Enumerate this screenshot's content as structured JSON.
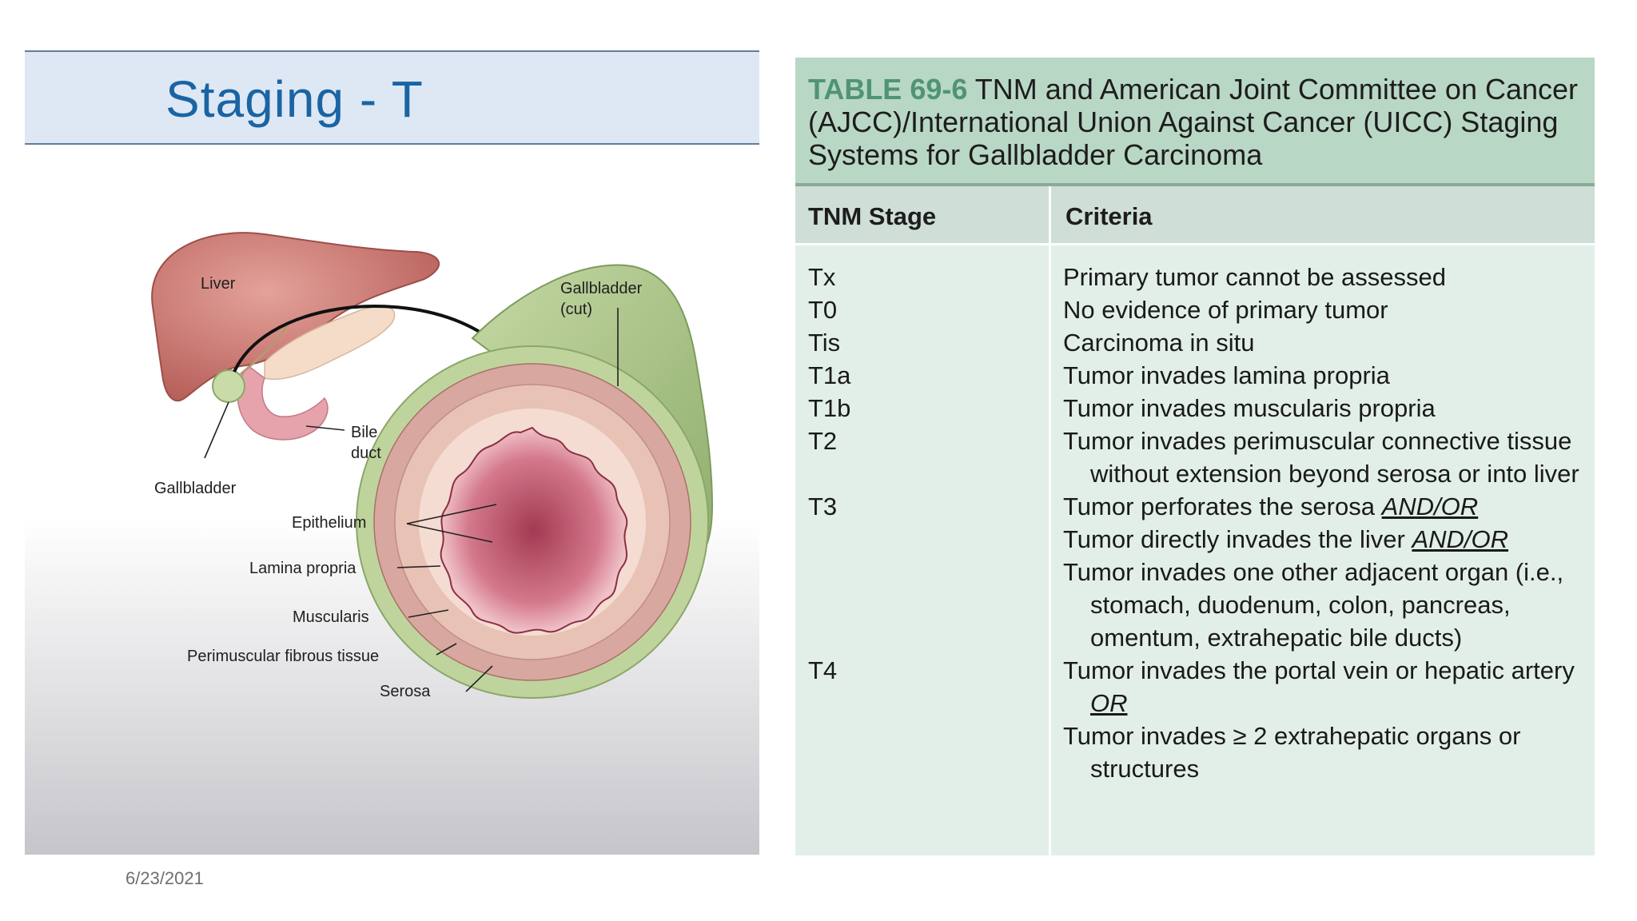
{
  "slide": {
    "title": "Staging - T",
    "date": "6/23/2021"
  },
  "figure_labels": {
    "liver": "Liver",
    "gallbladder_cut_1": "Gallbladder",
    "gallbladder_cut_2": "(cut)",
    "bile_duct_1": "Bile",
    "bile_duct_2": "duct",
    "gallbladder": "Gallbladder",
    "epithelium": "Epithelium",
    "lamina_propria": "Lamina propria",
    "muscularis": "Muscularis",
    "perimuscular": "Perimuscular fibrous tissue",
    "serosa": "Serosa"
  },
  "table": {
    "label": "TABLE 69-6",
    "caption": " TNM and American Joint Committee on Cancer (AJCC)/International Union Against Cancer (UICC) Staging Systems for Gallbladder Carcinoma",
    "headers": {
      "stage": "TNM Stage",
      "criteria": "Criteria"
    },
    "rows": [
      {
        "stage": "Tx",
        "criteria": [
          {
            "text": "Primary tumor cannot be assessed",
            "conj": ""
          }
        ]
      },
      {
        "stage": "T0",
        "criteria": [
          {
            "text": "No evidence of primary tumor",
            "conj": ""
          }
        ]
      },
      {
        "stage": "Tis",
        "criteria": [
          {
            "text": "Carcinoma in situ",
            "conj": ""
          }
        ]
      },
      {
        "stage": "T1a",
        "criteria": [
          {
            "text": "Tumor invades lamina propria",
            "conj": ""
          }
        ]
      },
      {
        "stage": "T1b",
        "criteria": [
          {
            "text": "Tumor invades muscularis propria",
            "conj": ""
          }
        ]
      },
      {
        "stage": "T2",
        "criteria": [
          {
            "text": "Tumor invades perimuscular connective tissue without extension beyond serosa or into liver",
            "conj": ""
          }
        ]
      },
      {
        "stage": "T3",
        "criteria": [
          {
            "text": "Tumor perforates the serosa ",
            "conj": "AND/OR"
          },
          {
            "text": "Tumor directly invades the liver ",
            "conj": "AND/OR"
          },
          {
            "text": "Tumor invades one other adjacent organ (i.e., stomach, duodenum, colon, pancreas, omentum, extrahepatic bile ducts)",
            "conj": ""
          }
        ]
      },
      {
        "stage": "T4",
        "criteria": [
          {
            "text": "Tumor invades the portal vein or hepatic artery ",
            "conj": "OR"
          },
          {
            "text": "Tumor invades ≥ 2 extrahepatic organs or structures",
            "conj": ""
          }
        ]
      }
    ]
  }
}
